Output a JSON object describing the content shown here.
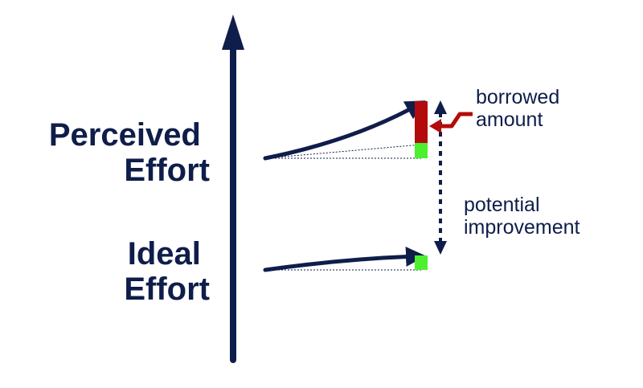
{
  "labels": {
    "perceived_line1": "Perceived",
    "perceived_line2": "Effort",
    "ideal_line1": "Ideal",
    "ideal_line2": "Effort",
    "borrowed_line1": "borrowed",
    "borrowed_line2": "amount",
    "improvement_line1": "potential",
    "improvement_line2": "improvement"
  },
  "colors": {
    "navy": "#0f1d4a",
    "red": "#b30b0b",
    "green": "#4cf02e",
    "white": "#ffffff"
  },
  "icons": {
    "axis": "up-arrow-icon",
    "borrowed_pointer": "left-arrow-icon",
    "improvement": "double-arrow-icon"
  }
}
